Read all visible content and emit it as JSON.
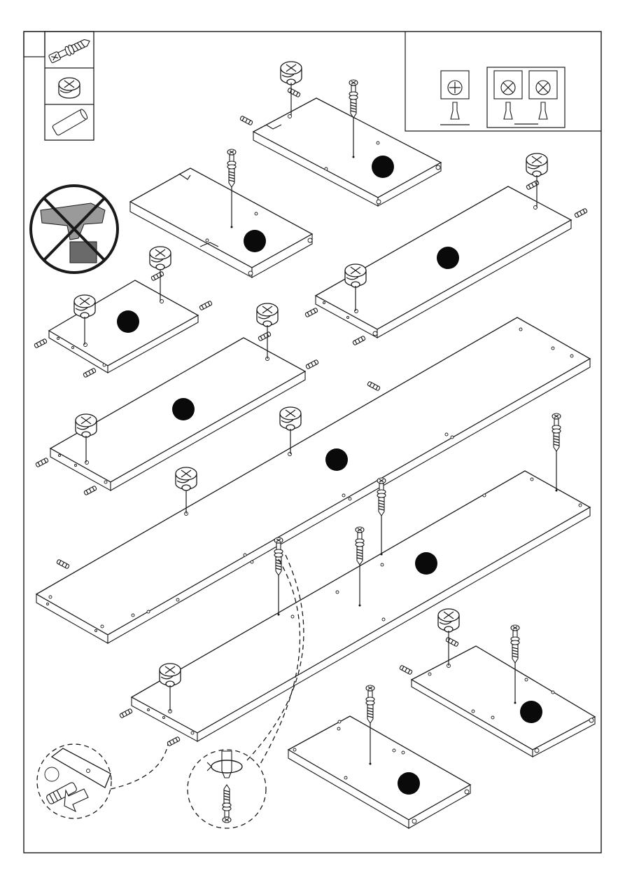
{
  "diagram": {
    "kind": "furniture assembly step",
    "parts_legend": {
      "items": [
        {
          "icon": "screw-bolt-icon"
        },
        {
          "icon": "cam-lock-icon"
        },
        {
          "icon": "wooden-dowel-icon"
        }
      ]
    },
    "tool_hint": {
      "allowed": "phillips-screwdriver-icon",
      "forbidden": "flat-screwdriver-icon"
    },
    "warning": {
      "icon": "no-power-drill-icon"
    },
    "panels": [
      {
        "name": "top-small-panel"
      },
      {
        "name": "upper-left-panel"
      },
      {
        "name": "right-long-panel"
      },
      {
        "name": "left-small-panel"
      },
      {
        "name": "left-mid-panel"
      },
      {
        "name": "main-long-panel"
      },
      {
        "name": "lower-long-panel"
      },
      {
        "name": "lower-right-panel"
      },
      {
        "name": "bottom-panel"
      }
    ],
    "colors": {
      "line": "#1a1a1a",
      "badge": "#0a0a0a",
      "paper": "#ffffff"
    }
  }
}
